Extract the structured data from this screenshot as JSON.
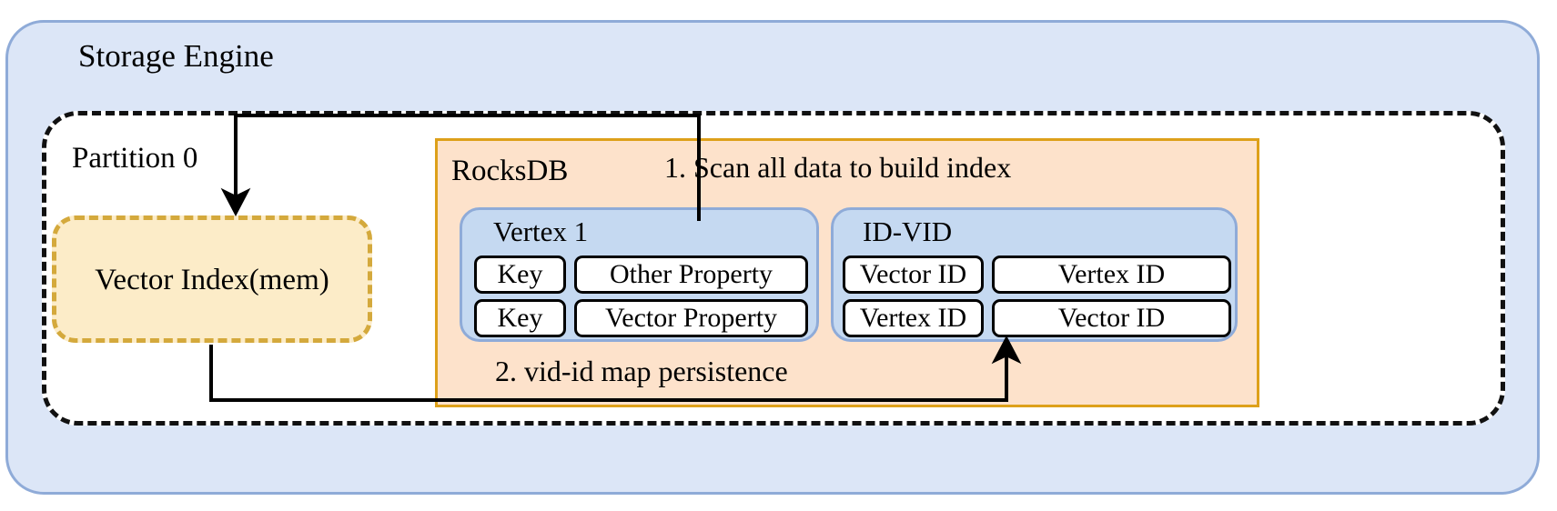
{
  "diagram": {
    "title": "Storage Engine",
    "partition": {
      "label": "Partition 0",
      "vector_index": {
        "label": "Vector Index(mem)"
      },
      "rocksdb": {
        "label": "RocksDB",
        "annotations": {
          "step1": "1. Scan all data to build index",
          "step2": "2. vid-id map persistence"
        },
        "groups": [
          {
            "title": "Vertex 1",
            "rows": [
              {
                "key": "Key",
                "value": "Other Property"
              },
              {
                "key": "Key",
                "value": "Vector Property"
              }
            ]
          },
          {
            "title": "ID-VID",
            "rows": [
              {
                "key": "Vector ID",
                "value": "Vertex ID"
              },
              {
                "key": "Vertex ID",
                "value": "Vector ID"
              }
            ]
          }
        ]
      }
    },
    "colors": {
      "storage_engine_fill": "#dce6f7",
      "storage_engine_border": "#8fabd8",
      "partition_border": "#111111",
      "vector_index_fill": "#fcecc8",
      "vector_index_border": "#d4a93c",
      "rocksdb_fill": "#fde2cb",
      "rocksdb_border": "#dda01a",
      "record_group_fill": "#c5d9f1",
      "record_group_border": "#8fabd8",
      "cell_fill": "#ffffff",
      "cell_border": "#000000",
      "arrow_color": "#000000"
    }
  }
}
